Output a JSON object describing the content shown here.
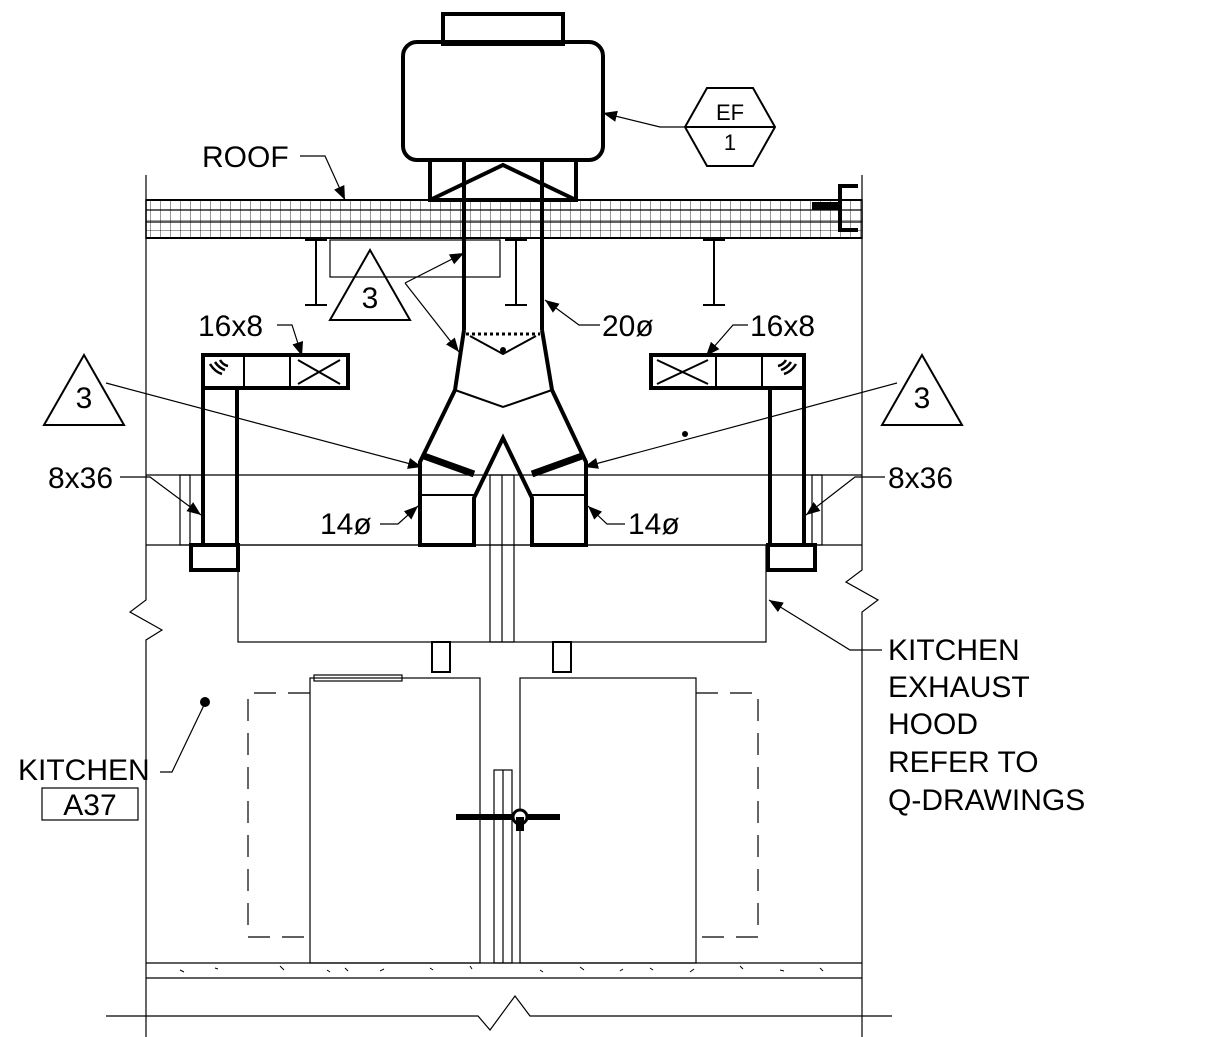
{
  "labels": {
    "roof": "ROOF",
    "ef_top": "EF",
    "ef_bottom": "1",
    "tag_center": "3",
    "tag_left": "3",
    "tag_right": "3",
    "duct_20": "20ø",
    "duct_16x8_left": "16x8",
    "duct_16x8_right": "16x8",
    "duct_8x36_left": "8x36",
    "duct_8x36_right": "8x36",
    "duct_14_left": "14ø",
    "duct_14_right": "14ø",
    "room_name": "KITCHEN",
    "room_number": "A37",
    "hood_note": [
      "KITCHEN",
      "EXHAUST",
      "HOOD",
      "REFER TO",
      "Q-DRAWINGS"
    ]
  }
}
